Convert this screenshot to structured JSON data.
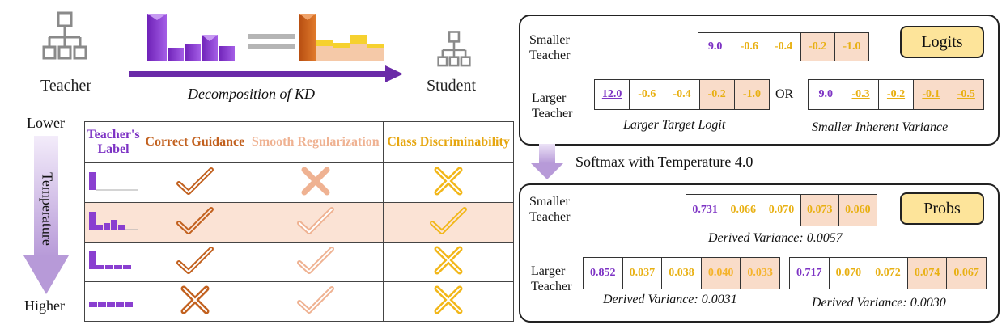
{
  "top": {
    "teacher_label": "Teacher",
    "student_label": "Student",
    "decomposition_caption": "Decomposition of KD"
  },
  "left_axis": {
    "lower": "Lower",
    "higher": "Higher",
    "temperature": "Temperature"
  },
  "table": {
    "headers": [
      "Teacher's Label",
      "Correct Guidance",
      "Smooth Regularization",
      "Class Discriminability"
    ],
    "rows": [
      {
        "label_shape": "single-peak",
        "correct": "check",
        "smooth": "cross",
        "discrim": "cross"
      },
      {
        "label_shape": "peak-with-tail",
        "correct": "check",
        "smooth": "check",
        "discrim": "check"
      },
      {
        "label_shape": "peak-flat-tail",
        "correct": "check",
        "smooth": "check",
        "discrim": "cross"
      },
      {
        "label_shape": "uniform",
        "correct": "cross",
        "smooth": "check",
        "discrim": "cross"
      }
    ]
  },
  "colors": {
    "purple": "#8a3fd0",
    "orange": "#c2611f",
    "peach": "#efb292",
    "gold": "#f2b71a",
    "highlight_row": "#fbe3d5",
    "badge": "#fde49a"
  },
  "logits_panel": {
    "badge": "Logits",
    "smaller_teacher_label": "Smaller Teacher",
    "smaller_values": [
      "9.0",
      "-0.6",
      "-0.4",
      "-0.2",
      "-1.0"
    ],
    "larger_teacher_label": "Larger Teacher",
    "larger_target_values": [
      "12.0",
      "-0.6",
      "-0.4",
      "-0.2",
      "-1.0"
    ],
    "or_label": "OR",
    "larger_variance_values": [
      "9.0",
      "-0.3",
      "-0.2",
      "-0.1",
      "-0.5"
    ],
    "caption_left": "Larger Target Logit",
    "caption_right": "Smaller Inherent Variance"
  },
  "softmax_label": "Softmax with Temperature 4.0",
  "probs_panel": {
    "badge": "Probs",
    "smaller_teacher_label": "Smaller Teacher",
    "smaller_values": [
      "0.731",
      "0.066",
      "0.070",
      "0.073",
      "0.060"
    ],
    "smaller_variance": "Derived Variance: 0.0057",
    "larger_teacher_label": "Larger Teacher",
    "larger_a_values": [
      "0.852",
      "0.037",
      "0.038",
      "0.040",
      "0.033"
    ],
    "larger_a_variance": "Derived Variance: 0.0031",
    "larger_b_values": [
      "0.717",
      "0.070",
      "0.072",
      "0.074",
      "0.067"
    ],
    "larger_b_variance": "Derived Variance: 0.0030"
  }
}
